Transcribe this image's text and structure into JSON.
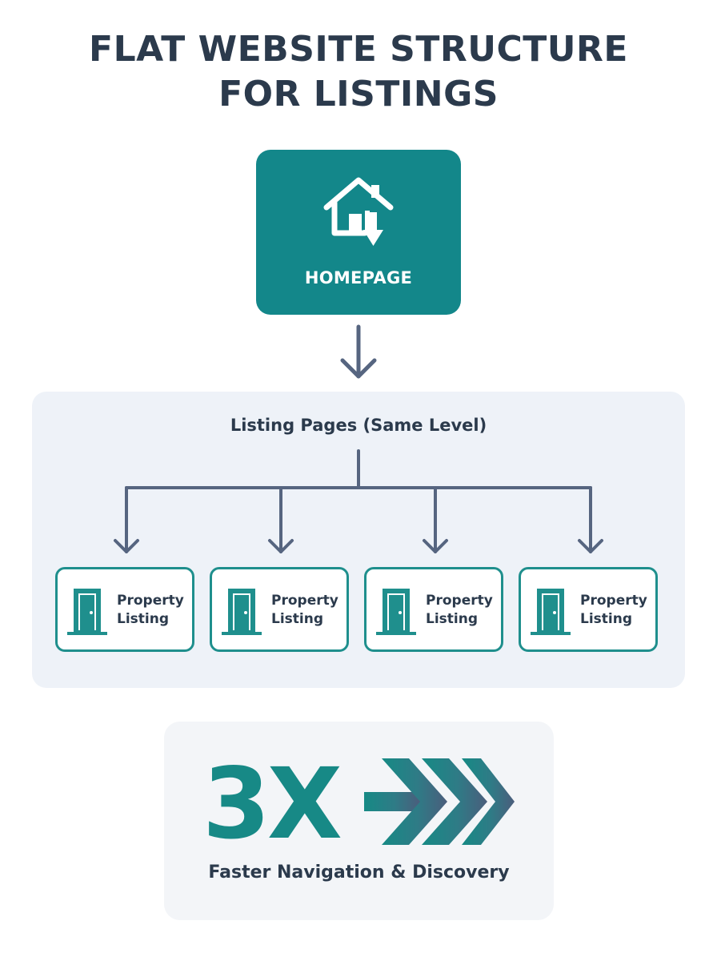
{
  "title": {
    "line1": "FLAT WEBSITE STRUCTURE",
    "line2": "FOR LISTINGS"
  },
  "homepage": {
    "label": "HOMEPAGE",
    "icon": "house-download-icon"
  },
  "listing_panel": {
    "label": "Listing Pages (Same Level)",
    "cards": [
      {
        "line1": "Property",
        "line2": "Listing",
        "icon": "door-icon"
      },
      {
        "line1": "Property",
        "line2": "Listing",
        "icon": "door-icon"
      },
      {
        "line1": "Property",
        "line2": "Listing",
        "icon": "door-icon"
      },
      {
        "line1": "Property",
        "line2": "Listing",
        "icon": "door-icon"
      }
    ]
  },
  "stat": {
    "value": "3X",
    "caption": "Faster Navigation & Discovery",
    "icon": "triple-chevron-arrow-icon"
  },
  "colors": {
    "teal": "#13878a",
    "navy": "#2b3a4c",
    "arrow": "#566580",
    "panel": "#eef2f8"
  }
}
